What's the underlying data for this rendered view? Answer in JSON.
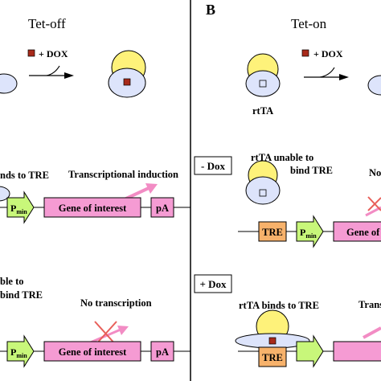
{
  "panel_a": {
    "title": "Tet-off",
    "dox_label": "+ DOX",
    "tre_binding_text": "nds to TRE",
    "induction_text": "Transcriptional induction",
    "promoter": {
      "main": "P",
      "sub": "min"
    },
    "gene": "Gene of interest",
    "polya": "pA",
    "unable_line1": "ble to",
    "unable_line2": "bind TRE",
    "no_transcription": "No transcription"
  },
  "panel_b": {
    "letter": "B",
    "title": "Tet-on",
    "dox_label": "+ DOX",
    "rtta_label": "rtTA",
    "minus_dox": "- Dox",
    "unable_line1": "rtTA unable to",
    "unable_line2": "bind TRE",
    "no_text": "No",
    "tre": "TRE",
    "promoter": {
      "main": "P",
      "sub": "min"
    },
    "gene": "Gene of",
    "plus_dox": "+ Dox",
    "binds_text": "rtTA binds to TRE",
    "trans_text": "Trans"
  },
  "colors": {
    "activator_yellow": "#fef27a",
    "activator_blue": "#dde4fb",
    "tre_orange": "#f7b26b",
    "promoter_green": "#c8f77a",
    "gene_pink": "#f59bd3",
    "induction_arrow": "#f28cc4",
    "blocked_x": "#e8605a",
    "dox_red": "#a82a1a"
  }
}
